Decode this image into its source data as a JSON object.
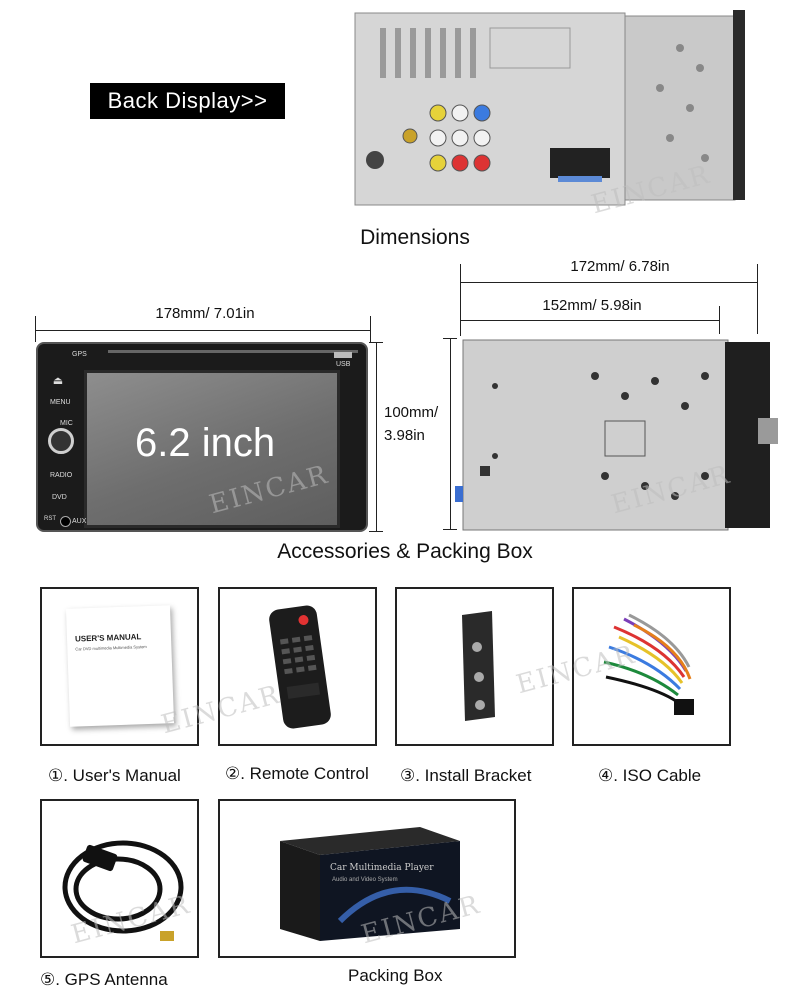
{
  "back_display_label": "Back Display>>",
  "dimensions_heading": "Dimensions",
  "front_width_label": "178mm/ 7.01in",
  "screen_size_label": "6.2 inch",
  "height_label_line1": "100mm/",
  "height_label_line2": "3.98in",
  "side_depth_total_label": "172mm/ 6.78in",
  "side_depth_chassis_label": "152mm/ 5.98in",
  "accessories_heading": "Accessories & Packing Box",
  "watermark": "EINCAR",
  "front_panel": {
    "gps": "GPS",
    "usb": "USB",
    "menu": "MENU",
    "mic": "MIC",
    "radio": "RADIO",
    "dvd": "DVD",
    "rst": "RST",
    "aux": "AUX"
  },
  "manual_cover": {
    "title": "USER'S MANUAL",
    "subtitle": "Car DVD multimedia Multimedia System"
  },
  "box_print": {
    "title": "Car Multimedia Player",
    "subtitle": "Audio and Video System"
  },
  "items": [
    {
      "caption": "①. User's Manual"
    },
    {
      "caption": "②. Remote Control"
    },
    {
      "caption": "③. Install Bracket"
    },
    {
      "caption": "④. ISO Cable"
    },
    {
      "caption": "⑤. GPS Antenna"
    },
    {
      "caption": "Packing Box"
    }
  ]
}
